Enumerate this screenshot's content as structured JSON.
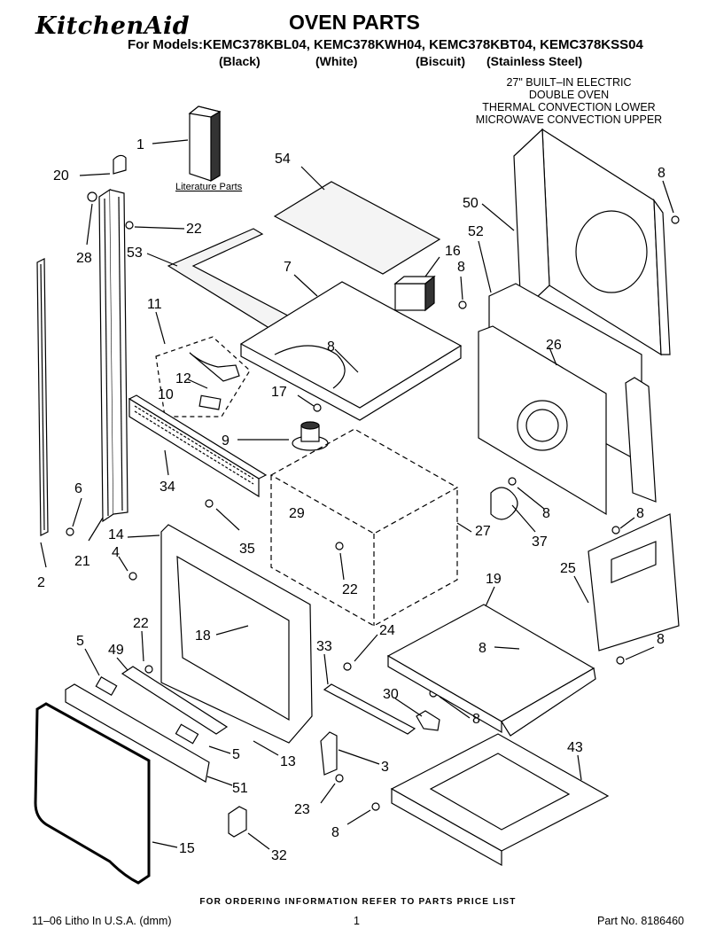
{
  "header": {
    "brand": "KitchenAid",
    "title": "OVEN PARTS",
    "models_line": "For Models:KEMC378KBL04, KEMC378KWH04, KEMC378KBT04, KEMC378KSS04",
    "colors": [
      "(Black)",
      "(White)",
      "(Biscuit)",
      "(Stainless Steel)"
    ],
    "description": [
      "27\" BUILT–IN ELECTRIC",
      "DOUBLE OVEN",
      "THERMAL CONVECTION LOWER",
      "MICROWAVE CONVECTION UPPER"
    ]
  },
  "diagram": {
    "literature_label": "Literature Parts",
    "callouts": [
      {
        "label": "1"
      },
      {
        "label": "20"
      },
      {
        "label": "28"
      },
      {
        "label": "22"
      },
      {
        "label": "53"
      },
      {
        "label": "54"
      },
      {
        "label": "7"
      },
      {
        "label": "16"
      },
      {
        "label": "8"
      },
      {
        "label": "50"
      },
      {
        "label": "8"
      },
      {
        "label": "52"
      },
      {
        "label": "11"
      },
      {
        "label": "12"
      },
      {
        "label": "10"
      },
      {
        "label": "8"
      },
      {
        "label": "17"
      },
      {
        "label": "26"
      },
      {
        "label": "9"
      },
      {
        "label": "34"
      },
      {
        "label": "6"
      },
      {
        "label": "35"
      },
      {
        "label": "29"
      },
      {
        "label": "27"
      },
      {
        "label": "8"
      },
      {
        "label": "37"
      },
      {
        "label": "8"
      },
      {
        "label": "21"
      },
      {
        "label": "14"
      },
      {
        "label": "4"
      },
      {
        "label": "2"
      },
      {
        "label": "22"
      },
      {
        "label": "25"
      },
      {
        "label": "19"
      },
      {
        "label": "18"
      },
      {
        "label": "22"
      },
      {
        "label": "5"
      },
      {
        "label": "49"
      },
      {
        "label": "33"
      },
      {
        "label": "24"
      },
      {
        "label": "8"
      },
      {
        "label": "8"
      },
      {
        "label": "30"
      },
      {
        "label": "8"
      },
      {
        "label": "5"
      },
      {
        "label": "13"
      },
      {
        "label": "3"
      },
      {
        "label": "43"
      },
      {
        "label": "51"
      },
      {
        "label": "23"
      },
      {
        "label": "8"
      },
      {
        "label": "15"
      },
      {
        "label": "32"
      }
    ]
  },
  "footer": {
    "order_note": "FOR ORDERING INFORMATION REFER TO PARTS PRICE LIST",
    "litho": "11–06 Litho In U.S.A. (dmm)",
    "page": "1",
    "part_no": "Part No. 8186460"
  }
}
